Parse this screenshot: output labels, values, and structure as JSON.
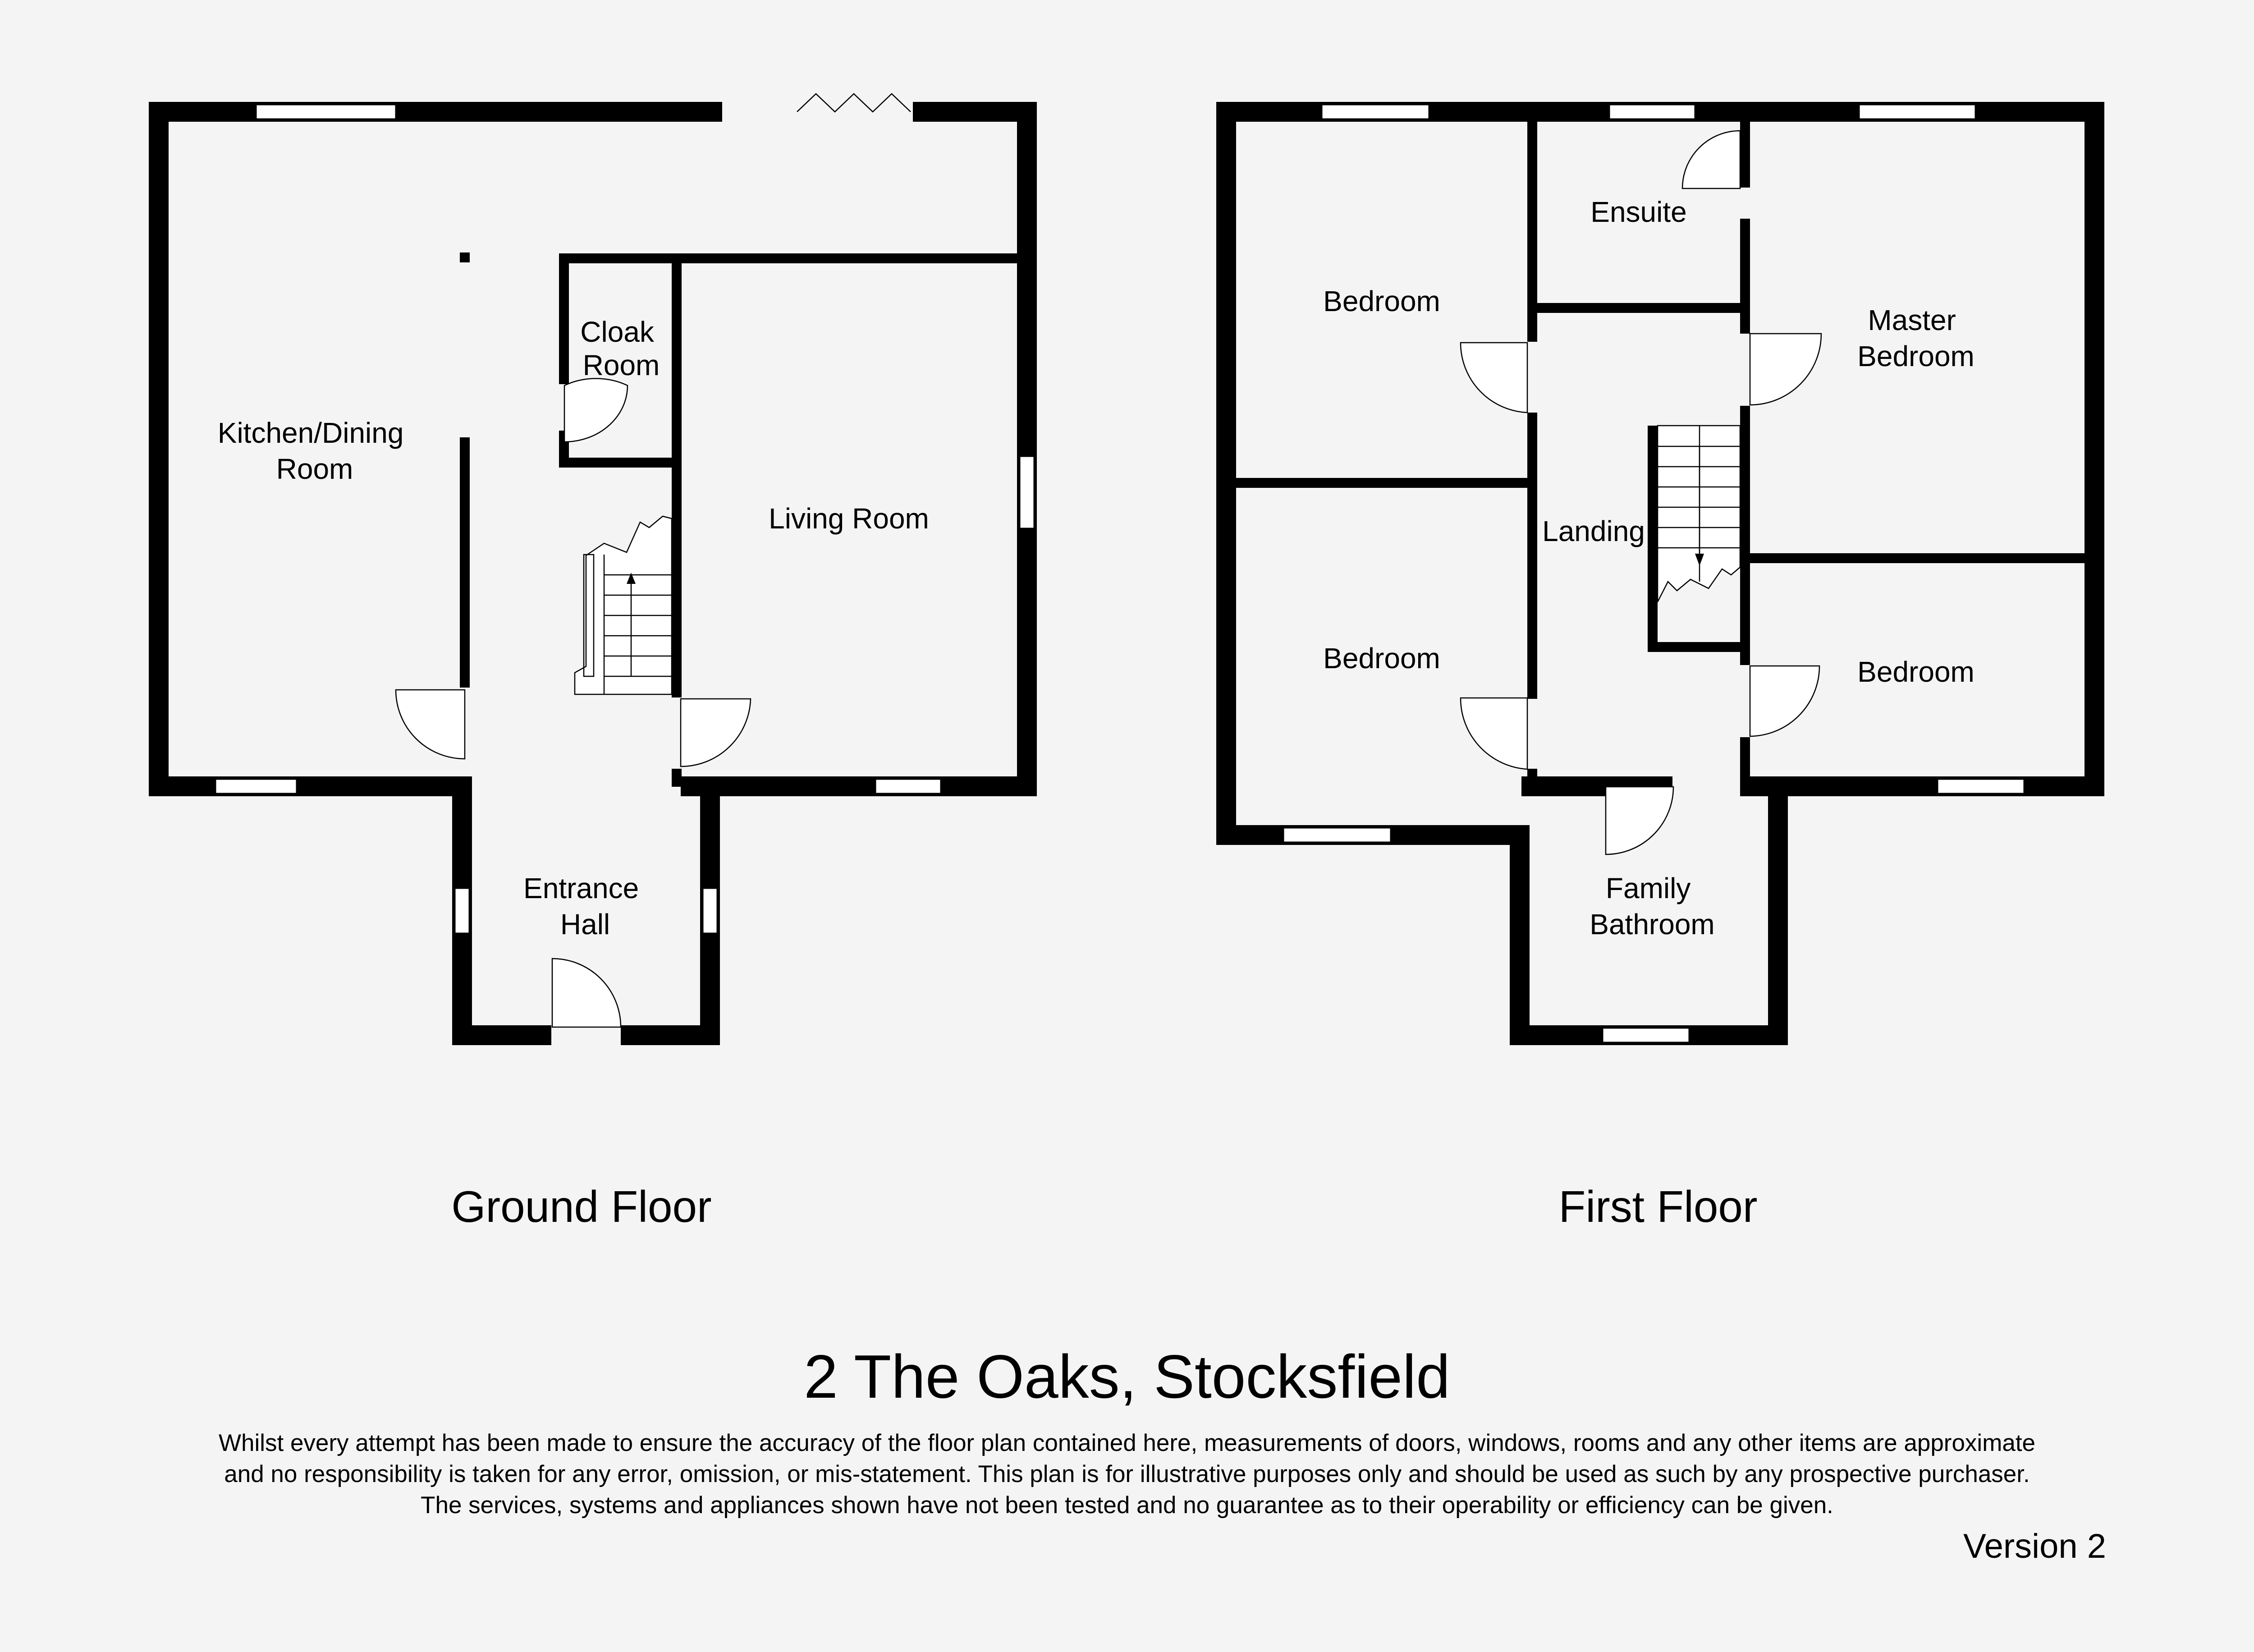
{
  "title": "2 The Oaks, Stocksfield",
  "floors": {
    "ground": {
      "label": "Ground Floor",
      "rooms": {
        "kitchen_dining": [
          "Kitchen/Dining",
          "Room"
        ],
        "cloak_room": [
          "Cloak",
          "Room"
        ],
        "living_room": [
          "Living Room"
        ],
        "entrance_hall": [
          "Entrance",
          "Hall"
        ]
      }
    },
    "first": {
      "label": "First Floor",
      "rooms": {
        "bedroom_top_left": [
          "Bedroom"
        ],
        "ensuite": [
          "Ensuite"
        ],
        "master_bedroom": [
          "Master",
          "Bedroom"
        ],
        "landing": [
          "Landing"
        ],
        "bedroom_bottom_left": [
          "Bedroom"
        ],
        "bedroom_right": [
          "Bedroom"
        ],
        "family_bathroom": [
          "Family",
          "Bathroom"
        ]
      }
    }
  },
  "disclaimer": [
    "Whilst every attempt has been made to ensure the accuracy of the floor plan contained here, measurements of doors, windows, rooms and any other items are approximate",
    "and no responsibility is taken for any error, omission, or mis-statement. This plan is for illustrative purposes only and should be used as such by any prospective purchaser.",
    "The services, systems and appliances shown have not been tested and no guarantee as to their operability or efficiency can be given."
  ],
  "version": "Version 2"
}
